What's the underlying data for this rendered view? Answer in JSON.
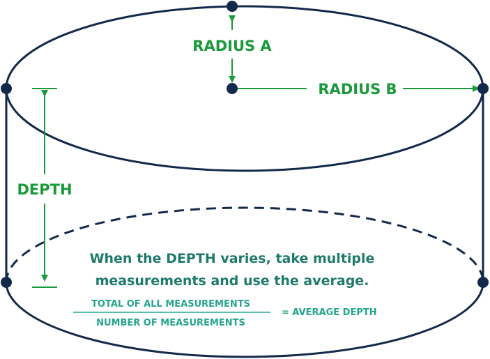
{
  "labels": {
    "radius_a": "RADIUS A",
    "radius_b": "RADIUS B",
    "depth": "DEPTH"
  },
  "note": {
    "line1": "When the DEPTH varies, take multiple",
    "line2": "measurements and use the average."
  },
  "formula": {
    "numerator": "TOTAL OF ALL MEASUREMENTS",
    "denominator": "NUMBER OF MEASUREMENTS",
    "result": "= AVERAGE DEPTH"
  },
  "colors": {
    "outline": "#13294b",
    "measure": "#1a9a3a",
    "note_text": "#1e7a6b",
    "formula_text": "#24a58e"
  }
}
